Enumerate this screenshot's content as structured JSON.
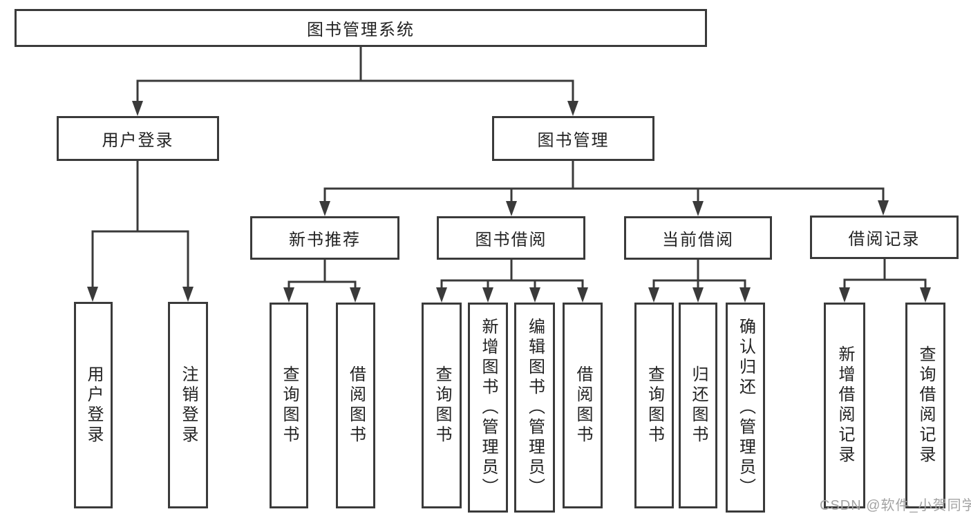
{
  "tree": {
    "label": "图书管理系统",
    "children": [
      {
        "label": "用户登录",
        "children": [
          {
            "label": "用户登录"
          },
          {
            "label": "注销登录"
          }
        ]
      },
      {
        "label": "图书管理",
        "children": [
          {
            "label": "新书推荐",
            "children": [
              {
                "label": "查询图书"
              },
              {
                "label": "借阅图书"
              }
            ]
          },
          {
            "label": "图书借阅",
            "children": [
              {
                "label": "查询图书"
              },
              {
                "label": "新增图书（管理员）"
              },
              {
                "label": "编辑图书（管理员）"
              },
              {
                "label": "借阅图书"
              }
            ]
          },
          {
            "label": "当前借阅",
            "children": [
              {
                "label": "查询图书"
              },
              {
                "label": "归还图书"
              },
              {
                "label": "确认归还（管理员）"
              }
            ]
          },
          {
            "label": "借阅记录",
            "children": [
              {
                "label": "新增借阅记录"
              },
              {
                "label": "查询借阅记录"
              }
            ]
          }
        ]
      }
    ]
  },
  "watermark": {
    "text": "CSDN @软件_小贺同学"
  },
  "colors": {
    "line": "#3a3a3a",
    "text": "#222222",
    "watermark": "#a3a3a3",
    "background": "#ffffff"
  }
}
